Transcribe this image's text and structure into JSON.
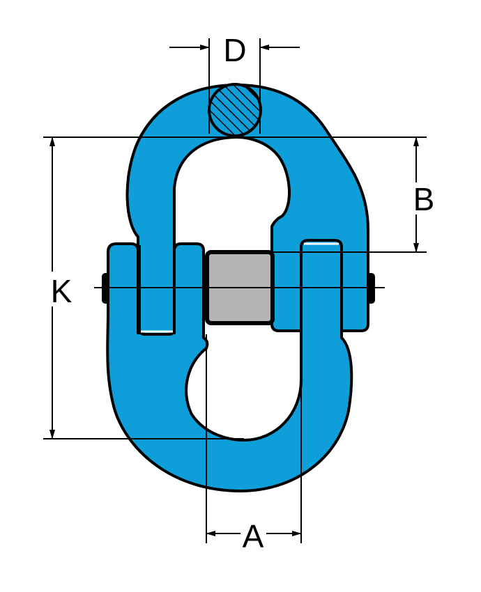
{
  "diagram": {
    "labels": {
      "d": "D",
      "b": "B",
      "k": "K",
      "a": "A"
    },
    "colors": {
      "body": "#0e9fdb",
      "pin": "#b4b5b4",
      "outline": "#000000"
    }
  }
}
